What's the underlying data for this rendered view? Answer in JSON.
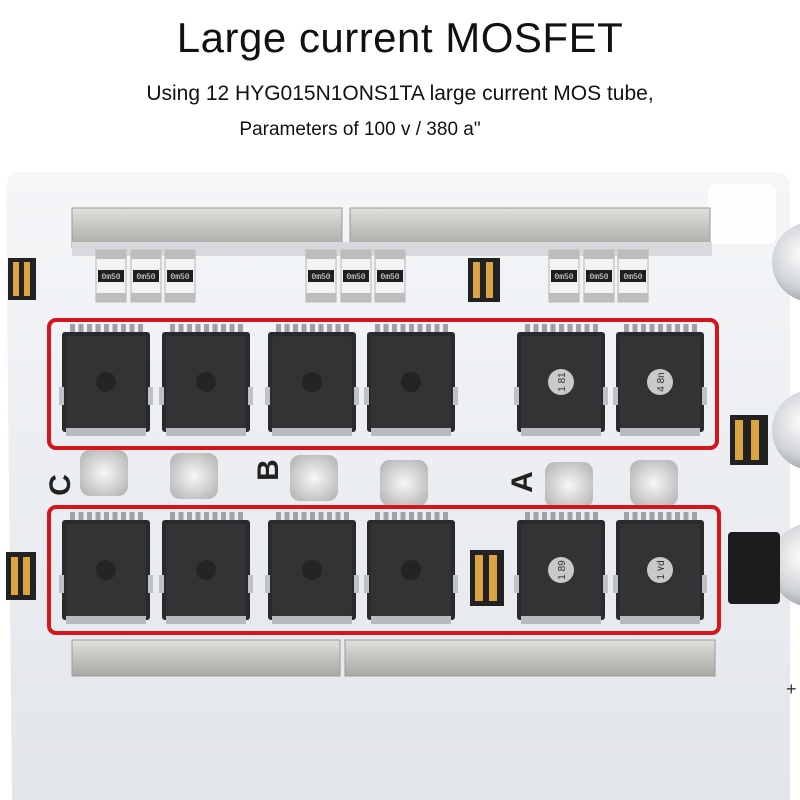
{
  "header": {
    "title": "Large current MOSFET",
    "line1": "Using 12 HYG015N1ONS1TA large current MOS tube,",
    "line2": "Parameters of 100 v / 380 a\""
  },
  "board": {
    "phase_labels": [
      "C",
      "B",
      "A"
    ],
    "resistor_marking": "0m50",
    "chip_markings": [
      "1 81",
      "4 8n",
      "1 89",
      "1 ٧d"
    ],
    "plus_mark": "+",
    "colors": {
      "board": "#eef0f3",
      "highlight_box": "#d4161c",
      "mosfet": "#2a2a2c",
      "copper_bar": "#c9c9c6"
    }
  }
}
